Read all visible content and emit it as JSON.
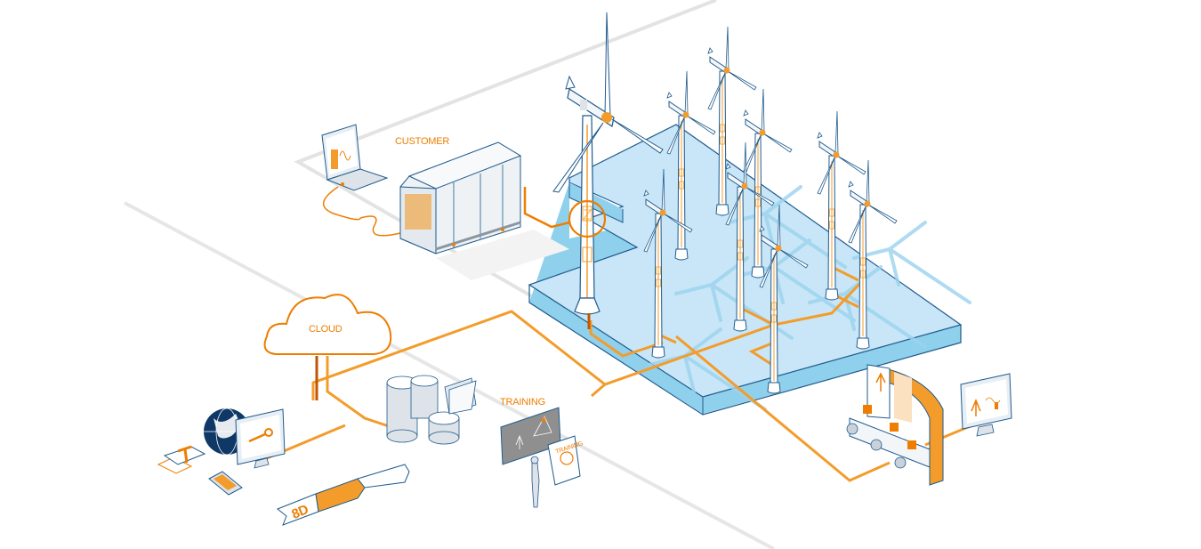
{
  "diagram": {
    "title": "Offshore wind farm service & monitoring network",
    "labels": {
      "customer": "CUSTOMER",
      "cloud": "CLOUD",
      "training": "TRAINING",
      "training_sign": "TRAINING",
      "report_badge": "8D"
    },
    "colors": {
      "accent_orange": "#ee7d00",
      "cable_orange": "#f39c2b",
      "cable_dark": "#c25500",
      "outline_blue": "#1f5a8c",
      "water_light": "#c8e6f7",
      "water_side": "#8fd0ec",
      "boundary_grey": "#e3e3e3",
      "panel_grey": "#dde3e8",
      "globe_navy": "#0f3866"
    },
    "nodes": [
      {
        "id": "laptop",
        "icon": "laptop-icon"
      },
      {
        "id": "converter-cabinet",
        "icon": "cabinet-icon"
      },
      {
        "id": "main-turbine",
        "icon": "wind-turbine-icon"
      },
      {
        "id": "offshore-turbines",
        "icon": "wind-turbine-icon",
        "count": 9
      },
      {
        "id": "cloud",
        "icon": "cloud-icon"
      },
      {
        "id": "database",
        "icon": "database-icon"
      },
      {
        "id": "folder",
        "icon": "folder-icon"
      },
      {
        "id": "globe",
        "icon": "globe-icon"
      },
      {
        "id": "service-monitor",
        "icon": "monitor-icon"
      },
      {
        "id": "smartphone",
        "icon": "smartphone-icon"
      },
      {
        "id": "documents",
        "icon": "document-icon"
      },
      {
        "id": "8d-report",
        "icon": "report-banner-icon"
      },
      {
        "id": "training",
        "icon": "presentation-icon"
      },
      {
        "id": "control-room",
        "icon": "control-room-icon"
      },
      {
        "id": "remote-monitor",
        "icon": "monitor-icon"
      }
    ]
  }
}
